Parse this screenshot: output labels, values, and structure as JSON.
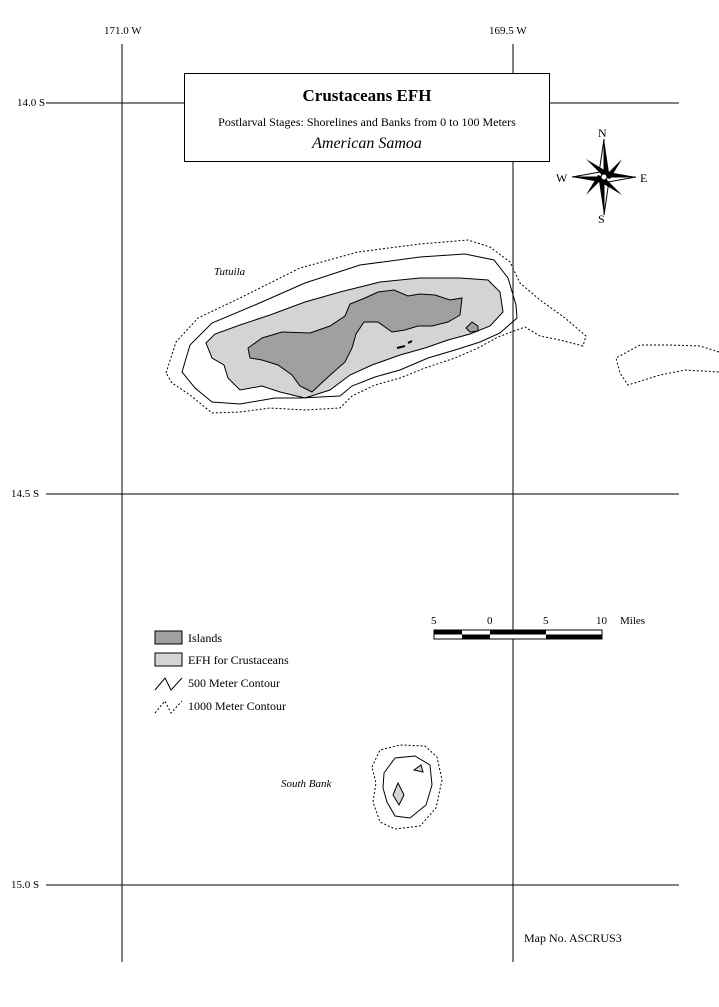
{
  "title": {
    "main": "Crustaceans EFH",
    "subtitle": "Postlarval Stages:  Shorelines and Banks from 0 to 100 Meters",
    "region": "American Samoa"
  },
  "grid": {
    "longitudes": [
      "171.0 W",
      "169.5 W"
    ],
    "latitudes": [
      "14.0 S",
      "14.5 S",
      "15.0 S"
    ]
  },
  "compass": {
    "north": "N",
    "south": "S",
    "east": "E",
    "west": "W"
  },
  "places": {
    "tutuila": "Tutuila",
    "south_bank": "South Bank"
  },
  "legend": {
    "islands": "Islands",
    "efh": "EFH for Crustaceans",
    "contour_500": "500 Meter Contour",
    "contour_1000": "1000 Meter Contour"
  },
  "scale": {
    "ticks": [
      "5",
      "0",
      "5",
      "10"
    ],
    "unit": "Miles"
  },
  "map_number": "Map No. ASCRUS3",
  "colors": {
    "islands": "#a0a0a0",
    "efh": "#d4d4d4",
    "contour": "#000000"
  }
}
